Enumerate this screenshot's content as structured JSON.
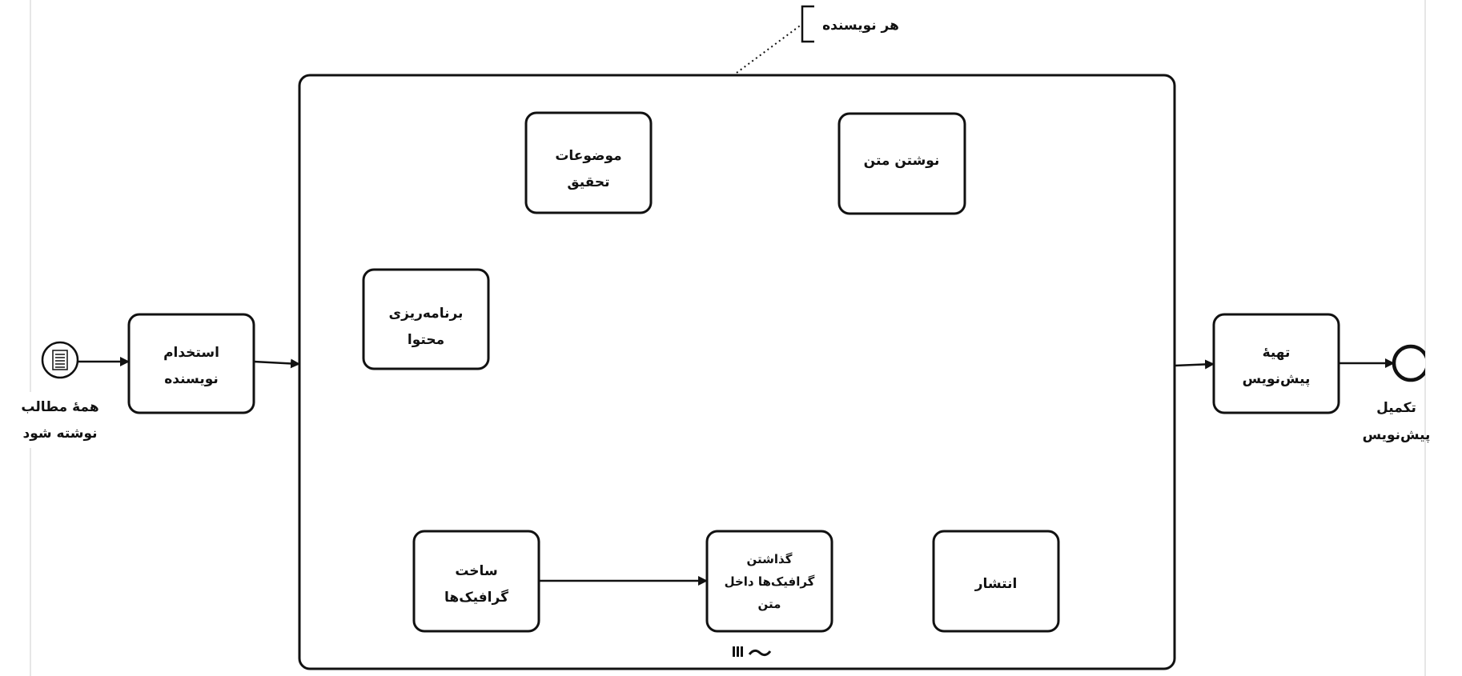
{
  "start_event": {
    "label_lines": [
      "همهٔ مطالب",
      "نوشته شود"
    ],
    "icon": "message-document-icon"
  },
  "tasks": {
    "hire_writer": [
      "استخدام",
      "نویسنده"
    ],
    "research_topics": [
      "موضوعات",
      "تحقیق"
    ],
    "write_text": [
      "نوشتن متن"
    ],
    "content_planning": [
      "برنامه‌ریزی",
      "محتوا"
    ],
    "create_graphics": [
      "ساخت",
      "گرافیک‌ها"
    ],
    "insert_graphics": [
      "گذاشتن",
      "گرافیک‌ها داخل",
      "متن"
    ],
    "publish": [
      "انتشار"
    ],
    "prepare_draft": [
      "تهیهٔ",
      "پیش‌نویس"
    ]
  },
  "annotation": {
    "text": "هر نویسنده"
  },
  "subprocess": {
    "markers": [
      "parallel-multi-instance-icon",
      "ad-hoc-icon"
    ]
  },
  "end_event": {
    "label_lines": [
      "تکمیل",
      "پیش‌نویس"
    ]
  }
}
